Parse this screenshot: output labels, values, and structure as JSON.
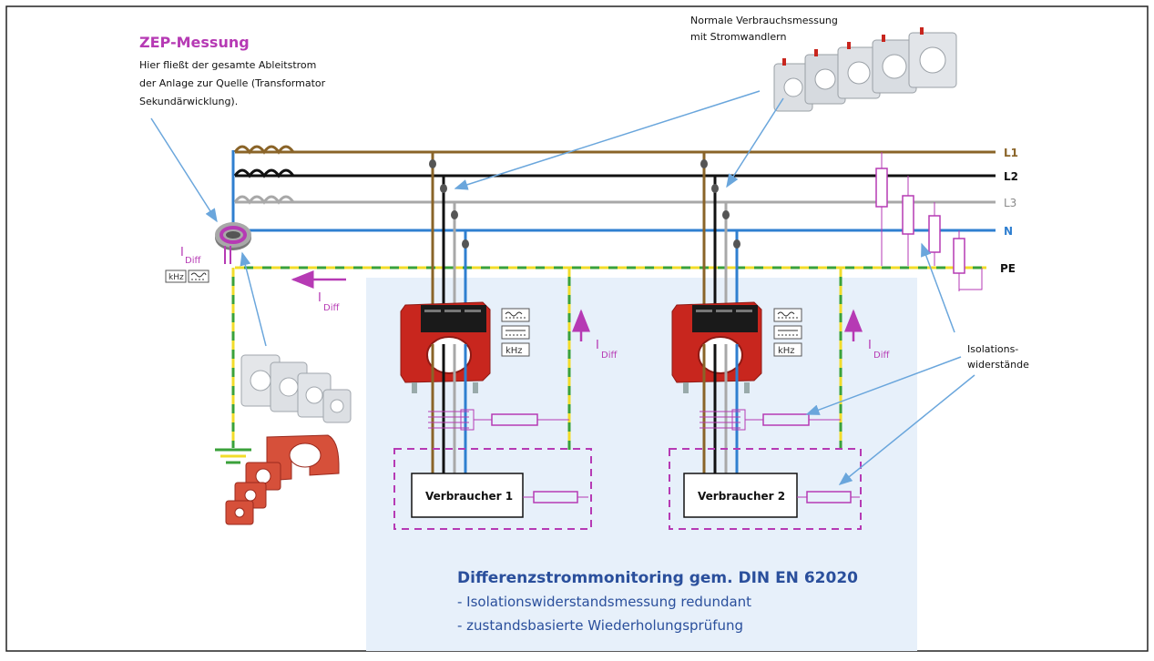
{
  "zep": {
    "title": "ZEP-Messung",
    "desc": [
      "Hier fließt der gesamte Ableitstrom",
      "der Anlage zur Quelle (Transformator",
      "Sekundärwicklung)."
    ]
  },
  "normal_measurement": [
    "Normale Verbrauchsmessung",
    "mit Stromwandlern"
  ],
  "lines": {
    "l1": "L1",
    "l2": "L2",
    "l3": "L3",
    "n": "N",
    "pe": "PE"
  },
  "idiff": {
    "i": "I",
    "sub": "Diff"
  },
  "khz": "kHz",
  "consumer1": "Verbraucher 1",
  "consumer2": "Verbraucher 2",
  "insulation": [
    "Isolations-",
    "widerstände"
  ],
  "footer": {
    "title": "Differenzstrommonitoring gem. DIN EN 62020",
    "items": [
      "- Isolationswiderstandsmessung redundant",
      "- zustandsbasierte Wiederholungsprüfung"
    ]
  },
  "colors": {
    "l1": "#8a6428",
    "l2": "#111111",
    "l3": "#a8a8a8",
    "n": "#2f7fd0",
    "pe_green": "#3aa13a",
    "pe_yellow": "#f2dc2a",
    "magenta": "#b63ab4",
    "arrow": "#6aa6dc",
    "panel": "#e7f0fa",
    "cr_red": "#c8261e",
    "title_blue": "#2a4f9c"
  }
}
